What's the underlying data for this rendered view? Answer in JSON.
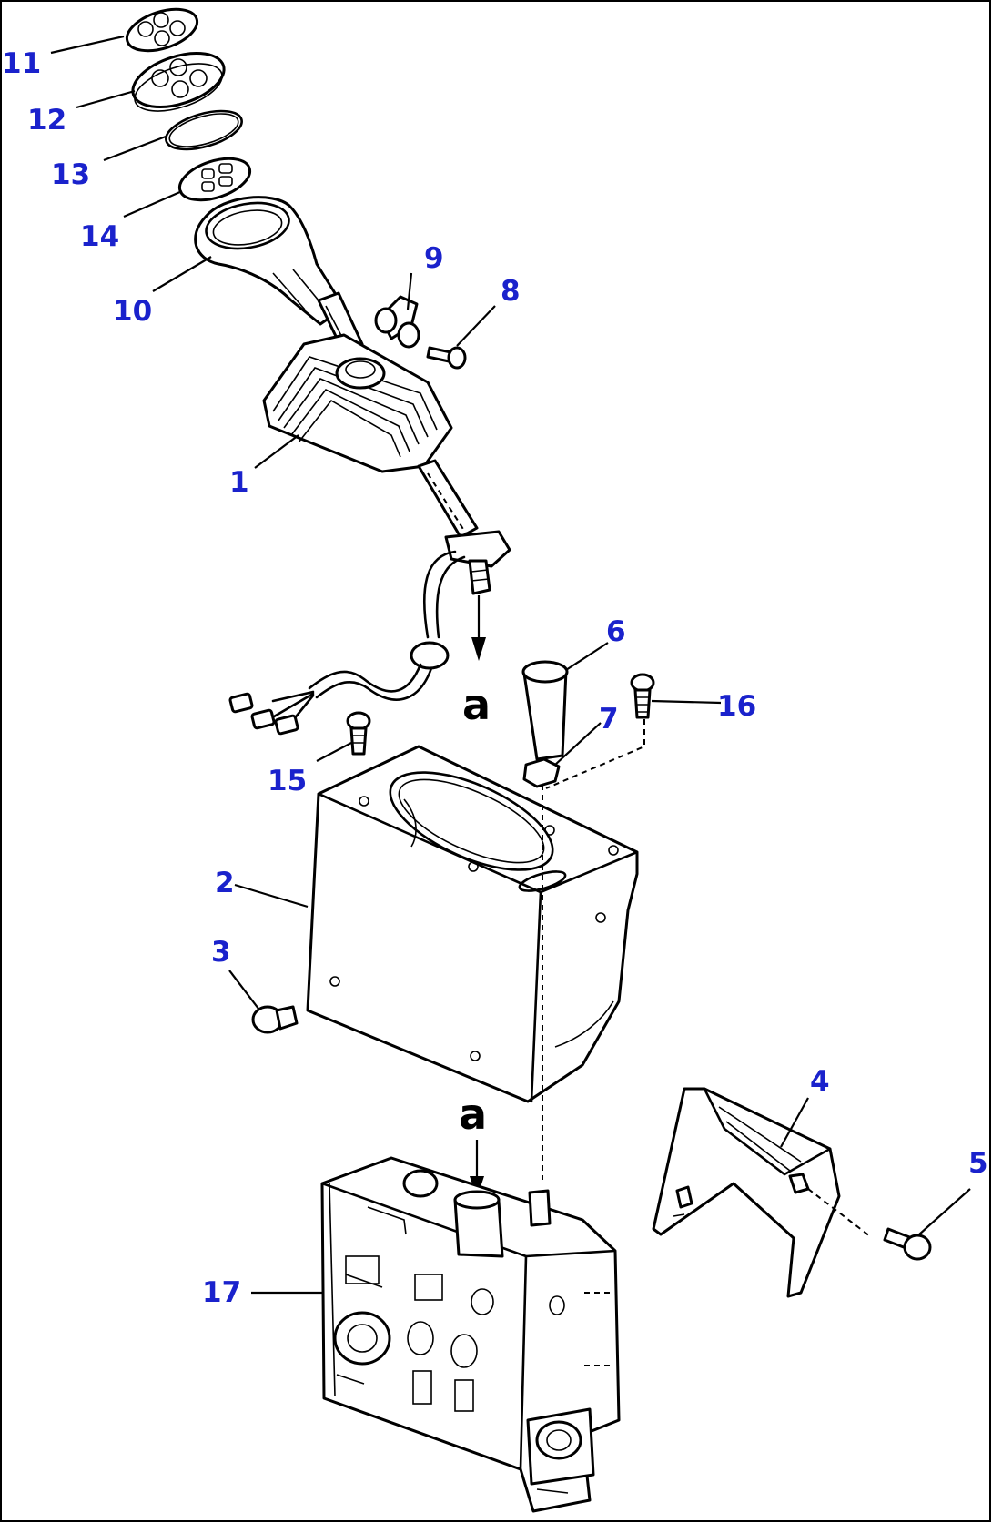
{
  "callouts": {
    "c1": "1",
    "c2": "2",
    "c3": "3",
    "c4": "4",
    "c5": "5",
    "c6": "6",
    "c7": "7",
    "c8": "8",
    "c9": "9",
    "c10": "10",
    "c11": "11",
    "c12": "12",
    "c13": "13",
    "c14": "14",
    "c15": "15",
    "c16": "16",
    "c17": "17"
  },
  "joints": {
    "upper": "a",
    "lower": "a"
  },
  "colors": {
    "callout": "#1a22cc",
    "line": "#000000",
    "background": "#ffffff"
  }
}
